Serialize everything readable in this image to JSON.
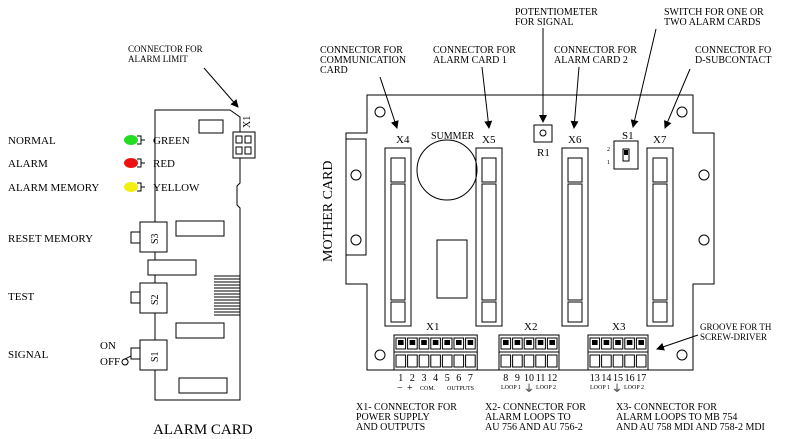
{
  "alarm_card": {
    "title": "ALARM CARD",
    "connector_label": [
      "CONNECTOR FOR",
      "ALARM LIMIT"
    ],
    "connector_id": "X1",
    "leds": [
      {
        "label": "NORMAL",
        "color_name": "GREEN",
        "color": "#22dd22"
      },
      {
        "label": "ALARM",
        "color_name": "RED",
        "color": "#ee1111"
      },
      {
        "label": "ALARM MEMORY",
        "color_name": "YELLOW",
        "color": "#f2ee10"
      }
    ],
    "switches": [
      {
        "label": "RESET MEMORY",
        "id": "S3"
      },
      {
        "label": "TEST",
        "id": "S2"
      },
      {
        "label": "SIGNAL",
        "id": "S1",
        "on": "ON",
        "off": "OFF"
      }
    ]
  },
  "mother_card": {
    "title": "MOTHER CARD",
    "callouts": {
      "x4": [
        "CONNECTOR FOR",
        "COMMUNICATION",
        "CARD"
      ],
      "x5": [
        "CONNECTOR FOR",
        "ALARM CARD 1"
      ],
      "r1": [
        "POTENTIOMETER",
        "FOR SIGNAL"
      ],
      "x6": [
        "CONNECTOR FOR",
        "ALARM CARD 2"
      ],
      "s1": [
        "SWITCH FOR ONE OR",
        "TWO ALARM CARDS"
      ],
      "x7": [
        "CONNECTOR FO",
        "D-SUBCONTACT"
      ],
      "groove": [
        "GROOVE FOR TH",
        "SCREW-DRIVER"
      ]
    },
    "component_ids": {
      "x4": "X4",
      "x5": "X5",
      "r1": "R1",
      "x6": "X6",
      "s1": "S1",
      "x7": "X7",
      "summer": "SUMMER",
      "s1_pos_top": "2",
      "s1_pos_bottom": "1"
    },
    "terminal_blocks": [
      {
        "id": "X1",
        "numbers": [
          "1",
          "2",
          "3",
          "4",
          "5",
          "6",
          "7"
        ],
        "sub_labels": [
          "−",
          "+",
          "COM.",
          "OUTPUTS"
        ],
        "description": [
          "X1- CONNECTOR FOR",
          "POWER SUPPLY",
          "AND OUTPUTS"
        ]
      },
      {
        "id": "X2",
        "numbers": [
          "8",
          "9",
          "10",
          "11",
          "12"
        ],
        "sub_labels": [
          "LOOP 1",
          "⏚",
          "LOOP 2"
        ],
        "description": [
          "X2- CONNECTOR FOR",
          "ALARM LOOPS TO",
          "AU 756 AND AU 756-2"
        ]
      },
      {
        "id": "X3",
        "numbers": [
          "13",
          "14",
          "15",
          "16",
          "17"
        ],
        "sub_labels": [
          "LOOP 1",
          "⏚",
          "LOOP 2"
        ],
        "description": [
          "X3- CONNECTOR FOR",
          "ALARM LOOPS TO MB 754",
          "AND AU 758 MDI AND 758-2 MDI"
        ]
      }
    ]
  }
}
